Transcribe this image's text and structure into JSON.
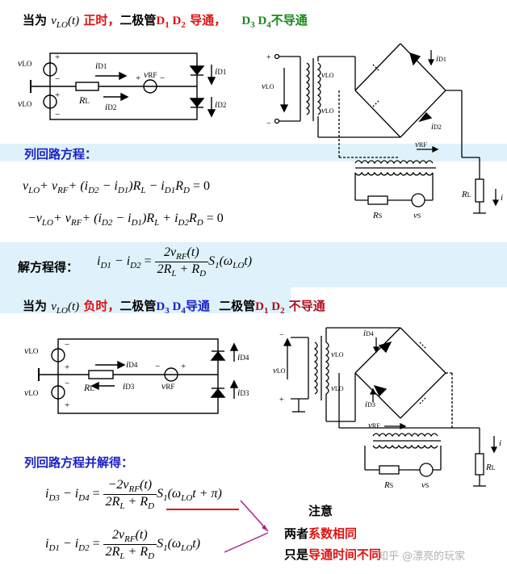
{
  "title1": {
    "prefix": "当为",
    "var": "v",
    "sub": "LO",
    "arg": "(t)",
    "state": "正时，",
    "dev1": "二极管",
    "d1": "D",
    "d1s": "1",
    "d2": " D",
    "d2s": "2",
    "cond": "导通，",
    "d3": "D",
    "d3s": "3",
    "d4": " D",
    "d4s": "4",
    "notcond": "不导通"
  },
  "circuit1": {
    "vlo_top": "v",
    "vlo_top_sub": "LO",
    "vlo_bot": "v",
    "vlo_bot_sub": "LO",
    "id1": "i",
    "id1_sub": "D1",
    "id2": "i",
    "id2_sub": "D2",
    "rl": "R",
    "rl_sub": "L",
    "vrf": "v",
    "vrf_sub": "RF",
    "plus": "+",
    "minus": "−"
  },
  "bridge1": {
    "vlo_in": "v",
    "vlo_in_sub": "LO",
    "vlo_up": "v",
    "vlo_up_sub": "LO",
    "vlo_dn": "v",
    "vlo_dn_sub": "LO",
    "id1": "i",
    "id1_sub": "D1",
    "id2": "i",
    "id2_sub": "D2",
    "vrf": "v",
    "vrf_sub": "RF",
    "rl": "R",
    "rl_sub": "L",
    "rs": "R",
    "rs_sub": "S",
    "vs": "v",
    "vs_sub": "S",
    "i": "i",
    "plus": "+",
    "minus": "−"
  },
  "section1": {
    "label": "列回路方程："
  },
  "eq1": {
    "a": "v",
    "as": "LO",
    "b": "+ v",
    "bs": "RF",
    "c": "+ (i",
    "cs": "D2",
    "d": " − i",
    "ds": "D1",
    "e": ")R",
    "es": "L",
    "f": " − i",
    "fs": "D1",
    "g": "R",
    "gs": "D",
    "h": " = 0"
  },
  "eq2": {
    "a": "−v",
    "as": "LO",
    "b": "+ v",
    "bs": "RF",
    "c": "+ (i",
    "cs": "D2",
    "d": " − i",
    "ds": "D1",
    "e": ")R",
    "es": "L",
    "f": " + i",
    "fs": "D2",
    "g": "R",
    "gs": "D",
    "h": " = 0"
  },
  "solve": {
    "label": "解方程得：",
    "lhs_a": "i",
    "lhs_as": "D1",
    "lhs_b": " − i",
    "lhs_bs": "D2",
    "eq": " = ",
    "num": "2v",
    "num_s": "RF",
    "num_t": "(t)",
    "den_a": "2R",
    "den_as": "L",
    "den_b": " + R",
    "den_bs": "D",
    "tail": "S",
    "tail_s": "1",
    "tail_arg": "(ω",
    "tail_arg_s": "LO",
    "tail_end": "t)"
  },
  "title2": {
    "prefix": "当为",
    "var": "v",
    "sub": "LO",
    "arg": "(t)",
    "state": "负时，",
    "dev1": "二极管",
    "d3": "D",
    "d3s": "3",
    "d4": " D",
    "d4s": "4",
    "cond": "导通",
    "dev2": "二极管",
    "d1": "D",
    "d1s": "1",
    "d2": " D",
    "d2s": "2",
    "notcond": "不导通"
  },
  "circuit2": {
    "vlo_top": "v",
    "vlo_top_sub": "LO",
    "vlo_bot": "v",
    "vlo_bot_sub": "LO",
    "id4": "i",
    "id4_sub": "D4",
    "id3": "i",
    "id3_sub": "D3",
    "rl": "R",
    "rl_sub": "L",
    "vrf": "v",
    "vrf_sub": "RF",
    "plus": "+",
    "minus": "−"
  },
  "bridge2": {
    "vlo_in": "v",
    "vlo_in_sub": "LO",
    "vlo_up": "v",
    "vlo_up_sub": "LO",
    "vlo_dn": "v",
    "vlo_dn_sub": "LO",
    "id4": "i",
    "id4_sub": "D4",
    "id3": "i",
    "id3_sub": "D3",
    "vrf": "v",
    "vrf_sub": "RF",
    "rl": "R",
    "rl_sub": "L",
    "rs": "R",
    "rs_sub": "S",
    "vs": "v",
    "vs_sub": "S",
    "i": "i",
    "plus": "+",
    "minus": "−"
  },
  "section2": {
    "label": "列回路方程并解得："
  },
  "eq3": {
    "lhs_a": "i",
    "lhs_as": "D3",
    "lhs_b": " − i",
    "lhs_bs": "D4",
    "eq": " = ",
    "num": "−2v",
    "num_s": "RF",
    "num_t": "(t)",
    "den_a": "2R",
    "den_as": "L",
    "den_b": " + R",
    "den_bs": "D",
    "tail": "S",
    "tail_s": "1",
    "tail_arg": "(ω",
    "tail_arg_s": "LO",
    "tail_end": "t + π)"
  },
  "eq4": {
    "lhs_a": "i",
    "lhs_as": "D1",
    "lhs_b": " − i",
    "lhs_bs": "D2",
    "eq": " = ",
    "num": "2v",
    "num_s": "RF",
    "num_t": "(t)",
    "den_a": "2R",
    "den_as": "L",
    "den_b": " + R",
    "den_bs": "D",
    "tail": "S",
    "tail_s": "1",
    "tail_arg": "(ω",
    "tail_arg_s": "LO",
    "tail_end": "t)"
  },
  "note": {
    "title": "注意",
    "line1_a": "两者",
    "line1_b": "系数相同",
    "line2_a": "只是",
    "line2_b": "导通时间不同"
  },
  "watermark": "知乎 @漂亮的玩家",
  "colors": {
    "red": "#e01010",
    "blue": "#1a22c8",
    "green": "#1a8a1a",
    "band": "#dff2fb",
    "magenta": "#b0208a"
  }
}
